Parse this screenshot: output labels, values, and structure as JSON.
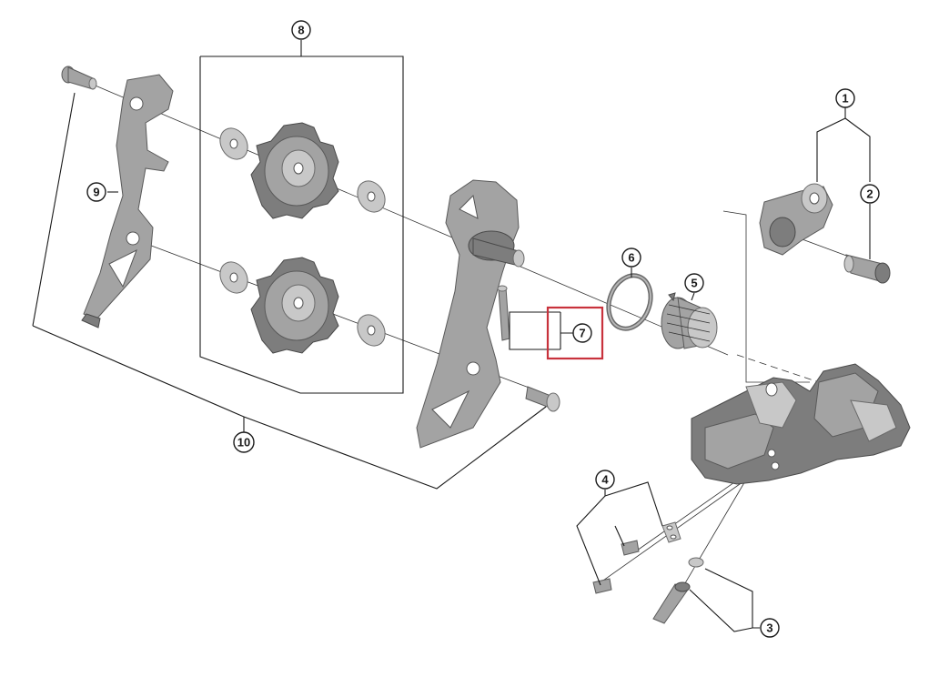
{
  "diagram": {
    "callouts": [
      {
        "id": "callout-1",
        "label": "1"
      },
      {
        "id": "callout-2",
        "label": "2"
      },
      {
        "id": "callout-3",
        "label": "3"
      },
      {
        "id": "callout-4",
        "label": "4"
      },
      {
        "id": "callout-5",
        "label": "5"
      },
      {
        "id": "callout-6",
        "label": "6"
      },
      {
        "id": "callout-7",
        "label": "7"
      },
      {
        "id": "callout-8",
        "label": "8"
      },
      {
        "id": "callout-9",
        "label": "9"
      },
      {
        "id": "callout-10",
        "label": "10"
      }
    ],
    "highlighted_callout": "7",
    "highlight_color": "#c8323c"
  }
}
